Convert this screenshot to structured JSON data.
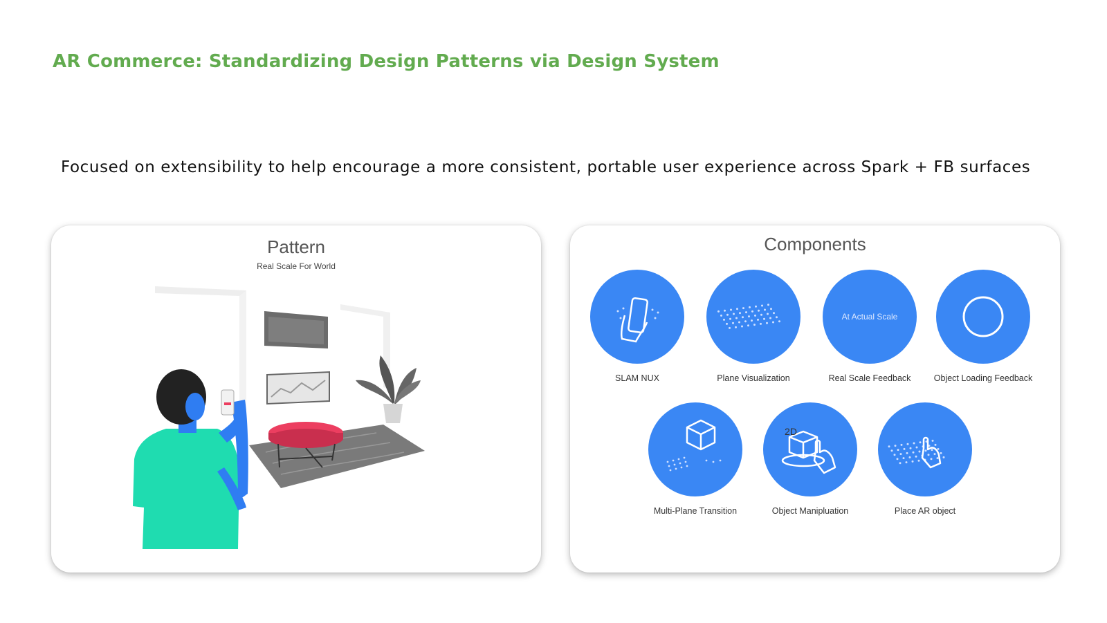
{
  "slide": {
    "title": "AR Commerce: Standardizing Design Patterns via Design System",
    "subtitle": "Focused on extensibility to help encourage a more consistent, portable user experience across Spark + FB surfaces"
  },
  "pattern_card": {
    "heading": "Pattern",
    "subheading": "Real Scale For World"
  },
  "components_card": {
    "heading": "Components",
    "items": [
      {
        "label": "SLAM NUX",
        "icon": "phone-hand-icon"
      },
      {
        "label": "Plane Visualization",
        "icon": "dot-plane-icon"
      },
      {
        "label": "Real Scale Feedback",
        "icon": "text-badge",
        "circle_text": "At Actual Scale"
      },
      {
        "label": "Object Loading Feedback",
        "icon": "loading-ring-icon"
      },
      {
        "label": "Multi-Plane Transition",
        "icon": "cube-plane-icon"
      },
      {
        "label": "Object Manipluation",
        "icon": "cube-hand-icon",
        "circle_text": "2D"
      },
      {
        "label": "Place AR object",
        "icon": "tap-plane-icon"
      }
    ]
  },
  "colors": {
    "title": "#62ab4f",
    "component_circle": "#3a87f4",
    "person_shirt": "#1fdcb0",
    "person_skin": "#2f7df2",
    "table_top": "#ec3e60",
    "rug": "#7a7a7a"
  }
}
